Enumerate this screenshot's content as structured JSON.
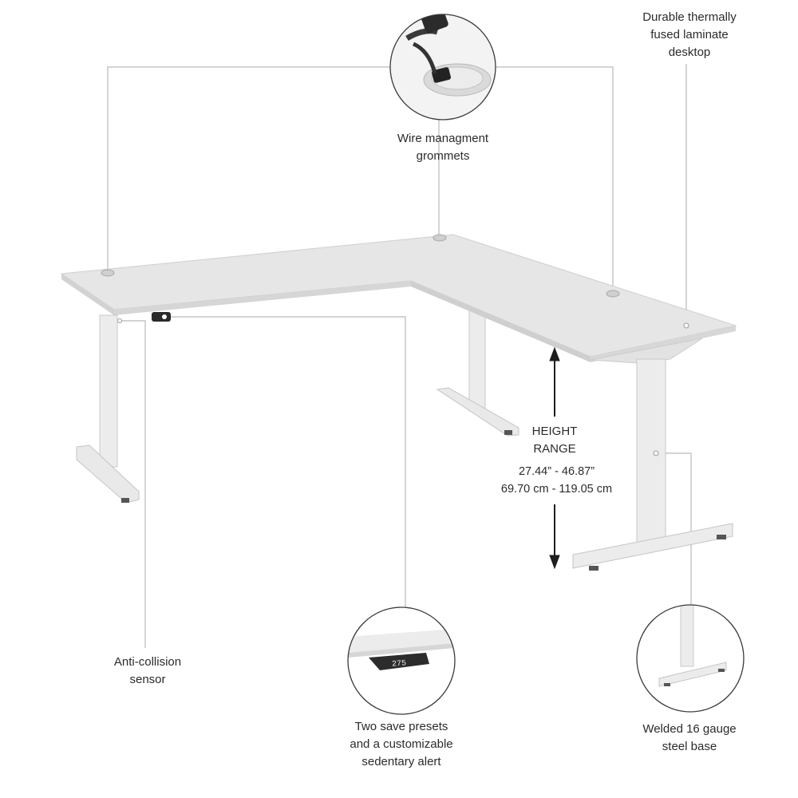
{
  "callouts": {
    "grommets": "Wire managment\ngrommets",
    "laminate": "Durable thermally\nfused laminate\ndesktop",
    "height_title": "HEIGHT\nRANGE",
    "height_values": "27.44” - 46.87”\n69.70 cm - 119.05 cm",
    "anti_collision": "Anti-collision\nsensor",
    "presets": "Two save presets\nand a customizable\nsedentary alert",
    "steel_base": "Welded 16 gauge\nsteel base"
  },
  "control_panel_display": "275",
  "colors": {
    "desk_top": "#e6e6e6",
    "desk_edge": "#d2d2d2",
    "frame": "#ececec",
    "leader_line": "#b9b9b9",
    "accent_dark": "#2a2a2a"
  }
}
